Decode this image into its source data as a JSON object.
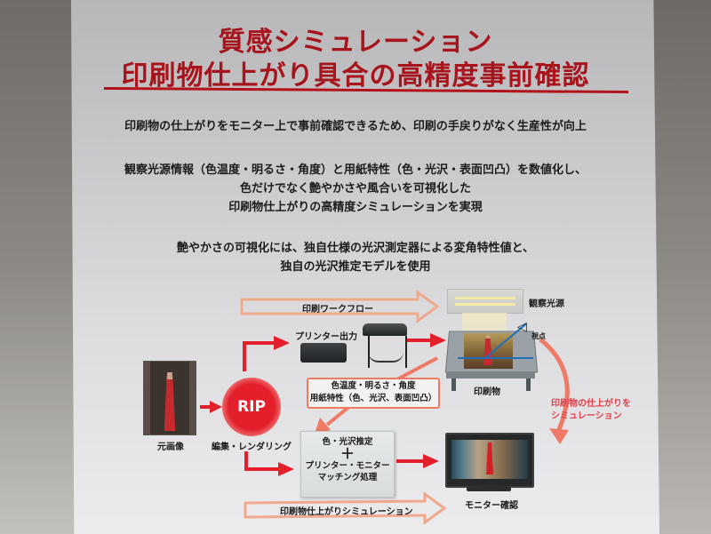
{
  "title": {
    "line1": "質感シミュレーション",
    "line2": "印刷物仕上がり具合の高精度事前確認"
  },
  "body": {
    "para1": "印刷物の仕上がりをモニター上で事前確認できるため、印刷の手戻りがなく生産性が向上",
    "para2_line1": "観察光源情報（色温度・明るさ・角度）と用紙特性（色・光沢・表面凹凸）を数値化し、",
    "para2_line2": "色だけでなく艶やかさや風合いを可視化した",
    "para2_line3": "印刷物仕上がりの高精度シミュレーションを実現",
    "para3_line1": "艶やかさの可視化には、独自仕様の光沢測定器による変角特性値と、",
    "para3_line2": "独自の光沢推定モデルを使用"
  },
  "diagram": {
    "workflow_top_label": "印刷ワークフロー",
    "workflow_bottom_label": "印刷物仕上がりシミュレーション",
    "printer_output_label": "プリンター出力",
    "light_source_label": "観察光源",
    "viewpoint_label": "視点",
    "printed_matter_label": "印刷物",
    "source_image_label": "元画像",
    "rip_label": "RIP",
    "rip_caption": "編集・レンダリング",
    "info_box_line1": "色温度・明るさ・角度",
    "info_box_line2": "用紙特性（色、光沢、表面凹凸）",
    "process_line1": "色・光沢推定",
    "process_plus": "＋",
    "process_line2": "プリンター・モニター",
    "process_line3": "マッチング処理",
    "monitor_label": "モニター確認",
    "simulate_line1": "印刷物の仕上がりを",
    "simulate_line2": "シミュレーション"
  },
  "colors": {
    "title_red": "#a8141c",
    "arrow_red": "#e21f2a",
    "arrow_salmon": "#ef7a66",
    "hollow_arrow": "#f0a98c"
  }
}
